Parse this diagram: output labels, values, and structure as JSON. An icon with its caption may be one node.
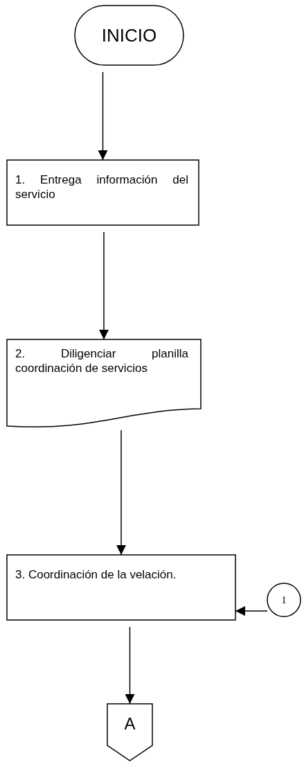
{
  "diagram": {
    "nodes": [
      {
        "text": [
          "INICIO"
        ]
      },
      {
        "text": [
          "1. Entrega información del servicio"
        ]
      },
      {
        "text": [
          "2. Diligenciar planilla coordinación de servicios"
        ]
      },
      {
        "text": [
          "3. Coordinación de la velación."
        ]
      },
      {
        "text": [
          "1"
        ]
      },
      {
        "text": [
          "A"
        ]
      }
    ],
    "edges": [
      {
        "from": 0,
        "to": 1,
        "arrow": "to"
      },
      {
        "from": 1,
        "to": 2,
        "arrow": "to"
      },
      {
        "from": 2,
        "to": 3,
        "arrow": "to"
      },
      {
        "from": 4,
        "to": 3,
        "arrow": "to"
      },
      {
        "from": 3,
        "to": 5,
        "arrow": "to"
      }
    ]
  }
}
